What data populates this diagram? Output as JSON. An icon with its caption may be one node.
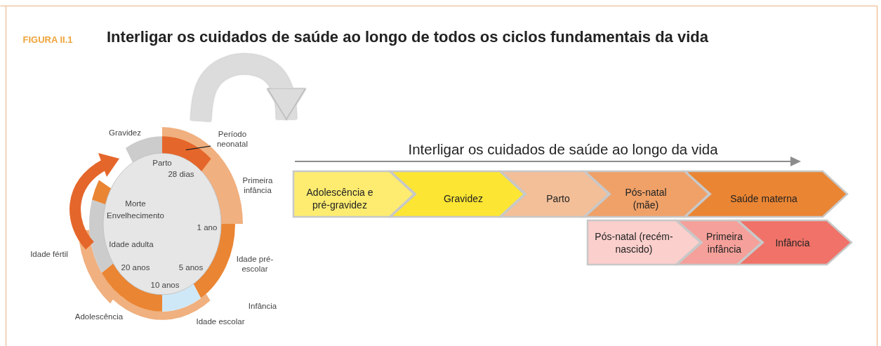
{
  "diagram": {
    "title": "Interligar os cuidados de saúde ao longo de todos os ciclos fundamentais da vida",
    "nodes": [
      {
        "text": [
          "Parto",
          "28 dias",
          "Morte",
          "Envelhecimento",
          "1 ano",
          "Idade adulta",
          "20 anos",
          "5 anos",
          "10 anos"
        ]
      },
      {
        "text": [
          "Período neonatal"
        ]
      },
      {
        "text": [],
        "shape": "arc"
      },
      {
        "text": [
          "Adolescência e pré-gravidez"
        ]
      },
      {
        "text": [
          "Gravidez"
        ]
      },
      {
        "text": [
          "Parto"
        ]
      },
      {
        "text": [
          "Pós-natal (mãe)"
        ]
      },
      {
        "text": [
          "Saúde materna"
        ]
      },
      {
        "text": [
          "Pós-natal (recém-nascido)"
        ]
      },
      {
        "text": [
          "Primeira infância"
        ]
      },
      {
        "text": [
          "Infância"
        ]
      }
    ],
    "edges": [
      {
        "from": 1,
        "to": 2,
        "arrow": "none"
      }
    ],
    "labels": [
      "FIGURA II.1",
      "Gravidez",
      "Primeira infância",
      "Idade fértil",
      "Idade pré-escolar",
      "Infância",
      "Adolescência",
      "Idade escolar",
      "Interligar os cuidados de saúde ao longo da vida"
    ]
  }
}
